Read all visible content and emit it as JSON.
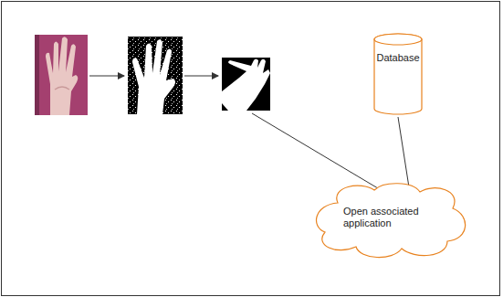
{
  "diagram": {
    "nodes": [
      {
        "text": [
          "Database"
        ]
      },
      {
        "text": [
          "Open associated application"
        ]
      }
    ],
    "edges": [
      {
        "from": 0,
        "to": 1,
        "arrow": "to"
      }
    ]
  }
}
